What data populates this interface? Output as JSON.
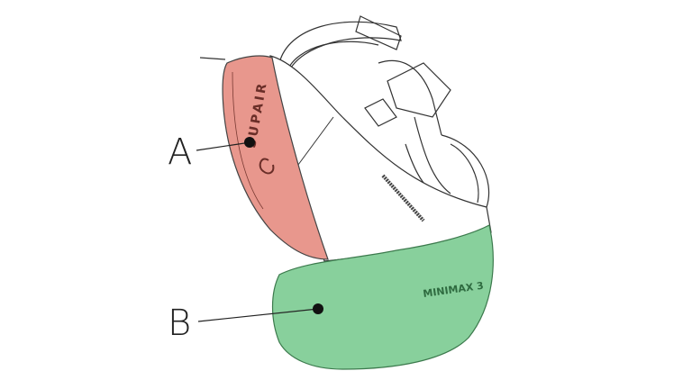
{
  "labels": {
    "a": "A",
    "b": "B"
  },
  "brand_text": "SUPAIR",
  "model_text": "MINIMAX 3",
  "colors": {
    "part_a": "#e8978d",
    "part_b": "#88d09c",
    "outline": "#333333"
  }
}
